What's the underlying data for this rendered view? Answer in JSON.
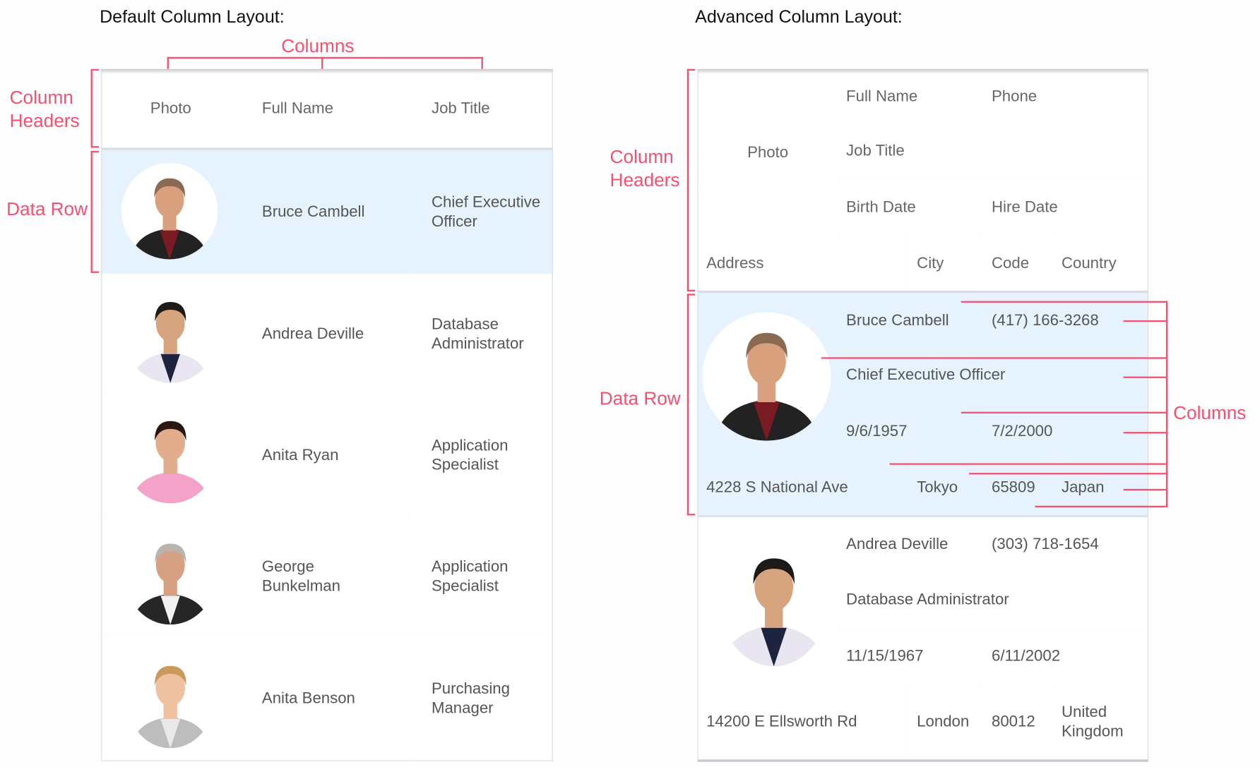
{
  "default_layout": {
    "title": "Default Column Layout:",
    "annotations": {
      "columns": "Columns",
      "column_headers_1": "Column",
      "column_headers_2": "Headers",
      "data_row": "Data Row"
    },
    "headers": [
      "Photo",
      "Full Name",
      "Job Title"
    ],
    "rows": [
      {
        "name": "Bruce Cambell",
        "job_1": "Chief Executive",
        "job_2": "Officer",
        "photo": "photo-man-older"
      },
      {
        "name": "Andrea Deville",
        "job_1": "Database",
        "job_2": "Administrator",
        "photo": "photo-man-shirt"
      },
      {
        "name": "Anita Ryan",
        "job_1": "Application",
        "job_2": "Specialist",
        "photo": "photo-woman-dark-hair"
      },
      {
        "name_1": "George",
        "name_2": "Bunkelman",
        "job_1": "Application",
        "job_2": "Specialist",
        "photo": "photo-man-suit"
      },
      {
        "name": "Anita Benson",
        "job_1": "Purchasing",
        "job_2": "Manager",
        "photo": "photo-woman-blonde"
      }
    ]
  },
  "advanced_layout": {
    "title": "Advanced Column Layout:",
    "annotations": {
      "columns": "Columns",
      "column_headers_1": "Column",
      "column_headers_2": "Headers",
      "data_row": "Data Row"
    },
    "headers": {
      "photo": "Photo",
      "full_name": "Full Name",
      "phone": "Phone",
      "job_title": "Job Title",
      "birth_date": "Birth Date",
      "hire_date": "Hire Date",
      "address": "Address",
      "city": "City",
      "code": "Code",
      "country": "Country"
    },
    "rows": [
      {
        "full_name": "Bruce Cambell",
        "phone": "(417) 166-3268",
        "job_title": "Chief Executive Officer",
        "birth_date": "9/6/1957",
        "hire_date": "7/2/2000",
        "address": "4228 S National Ave",
        "city": "Tokyo",
        "code": "65809",
        "country": "Japan"
      },
      {
        "full_name": "Andrea Deville",
        "phone": "(303) 718-1654",
        "job_title": "Database Administrator",
        "birth_date": "11/15/1967",
        "hire_date": "6/11/2002",
        "address": "14200 E Ellsworth Rd",
        "city": "London",
        "code": "80012",
        "country_1": "United",
        "country_2": "Kingdom"
      }
    ]
  },
  "colors": {
    "accent": "#f5506f",
    "highlight": "#e6f3fe",
    "border": "#d8dde5",
    "text": "#555555"
  }
}
